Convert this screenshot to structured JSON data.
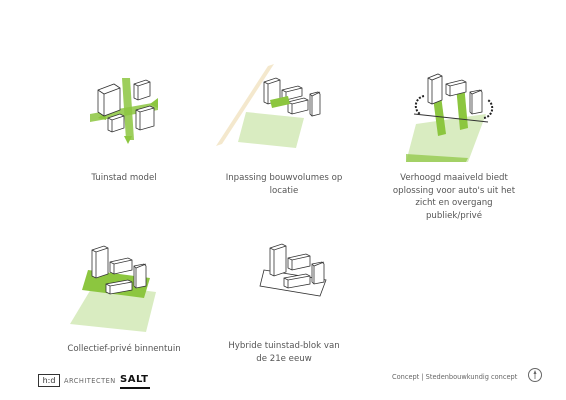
{
  "colors": {
    "green": "#8cc63f",
    "green_light": "#d9ecc1",
    "line": "#333333",
    "beam": "#f3e6c8"
  },
  "diagrams": [
    {
      "name": "tuinstad-model",
      "caption_lines": [
        "Tuinstad model"
      ]
    },
    {
      "name": "inpassing-bouwvolumes",
      "caption_lines": [
        "Inpassing bouwvolumes op",
        "locatie"
      ]
    },
    {
      "name": "verhoogd-maaiveld",
      "caption_lines": [
        "Verhoogd maaiveld biedt",
        "oplossing voor auto's uit het",
        "zicht en overgang",
        "publiek/privé"
      ]
    },
    {
      "name": "collectief-prive-binnentuin",
      "caption_lines": [
        "Collectief-privé binnentuin"
      ]
    },
    {
      "name": "hybride-tuinstad-blok",
      "caption_lines": [
        "Hybride tuinstad-blok van",
        "de 21e eeuw"
      ]
    }
  ],
  "footer": {
    "logo_hd": "h:d",
    "architecten": "ARCHITECTEN",
    "logo_salt": "SALT",
    "concept_label": "Concept | Stedenbouwkundig concept"
  }
}
